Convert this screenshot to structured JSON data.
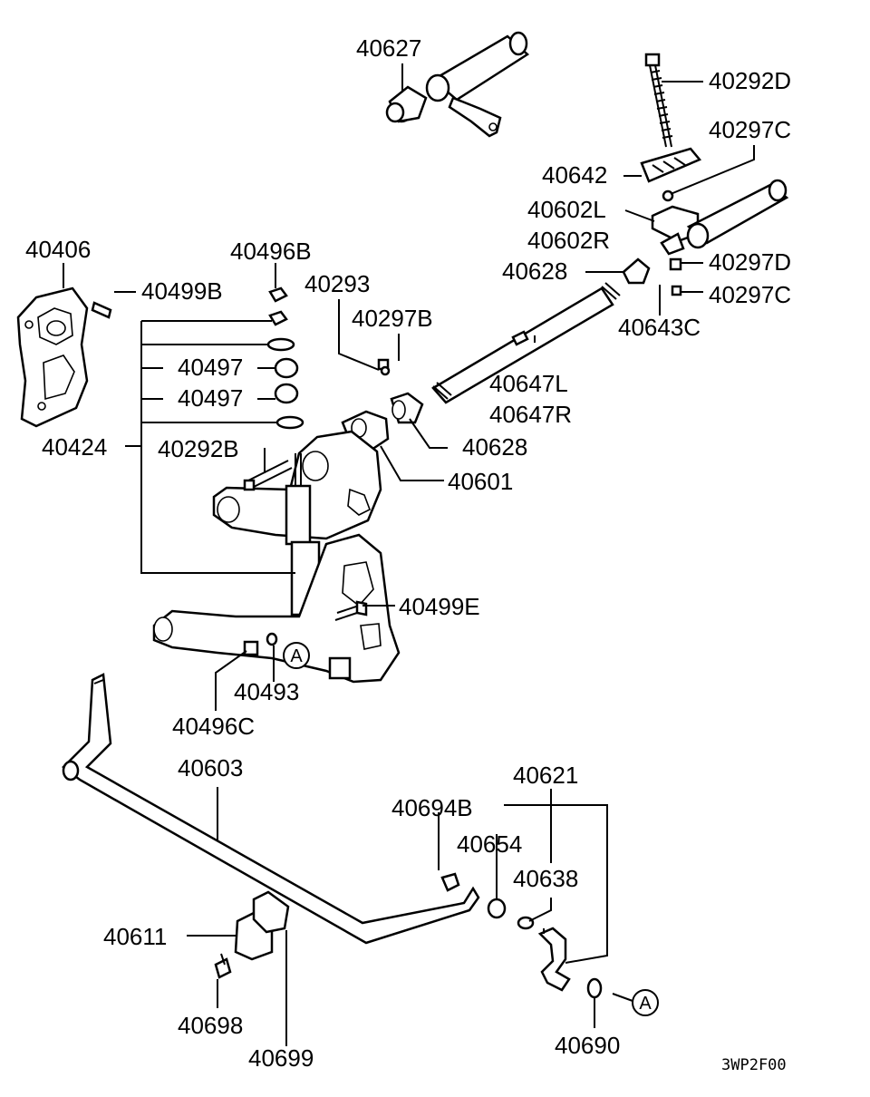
{
  "labels": {
    "p40627": "40627",
    "p40292D": "40292D",
    "p40297C_top": "40297C",
    "p40642": "40642",
    "p40602L": "40602L",
    "p40602R": "40602R",
    "p40297D": "40297D",
    "p40297C_bot": "40297C",
    "p40628_top": "40628",
    "p40643C": "40643C",
    "p40406": "40406",
    "p40496B": "40496B",
    "p40499B": "40499B",
    "p40293": "40293",
    "p40297B": "40297B",
    "p40497_a": "40497",
    "p40497_b": "40497",
    "p40647L": "40647L",
    "p40647R": "40647R",
    "p40424": "40424",
    "p40292B": "40292B",
    "p40628_bot": "40628",
    "p40601": "40601",
    "p40499E": "40499E",
    "p40493": "40493",
    "p40496C": "40496C",
    "p40603": "40603",
    "p40621": "40621",
    "p40694B": "40694B",
    "p40654": "40654",
    "p40638": "40638",
    "p40611": "40611",
    "p40698": "40698",
    "p40699": "40699",
    "p40690": "40690"
  },
  "callout_a_upper": "A",
  "callout_a_lower": "A",
  "diagram_code": "3WP2F00"
}
